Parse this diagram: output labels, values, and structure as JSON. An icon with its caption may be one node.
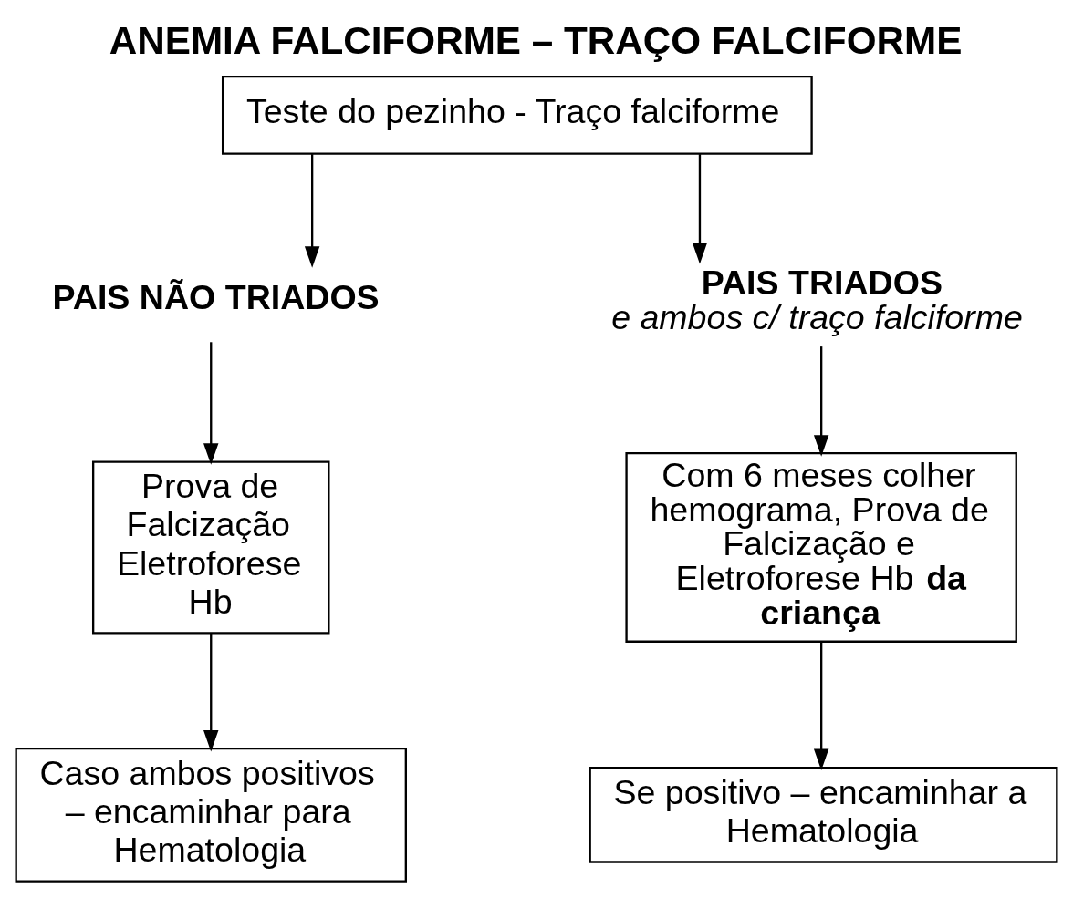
{
  "diagram": {
    "title": "ANEMIA FALCIFORME – TRAÇO FALCIFORME",
    "nodes": [
      {
        "text": [
          "Teste do pezinho - Traço falciforme"
        ]
      },
      {
        "text": [
          "PAIS NÃO TRIADOS"
        ]
      },
      {
        "text": [
          "PAIS TRIADOS",
          "e ambos c/ traço falciforme"
        ]
      },
      {
        "text": [
          "Prova de Falcização Eletroforese Hb"
        ]
      },
      {
        "text": [
          "Caso ambos positivos – encaminhar para Hematologia"
        ]
      },
      {
        "text": [
          "Com 6 meses colher hemograma, Prova de Falcização e Eletroforese Hb **da criança**"
        ]
      },
      {
        "text": [
          "Se positivo – encaminhar a Hematologia"
        ]
      }
    ],
    "edges": [
      {
        "from": 0,
        "to": 1,
        "arrow": "to"
      },
      {
        "from": 0,
        "to": 2,
        "arrow": "to"
      },
      {
        "from": 1,
        "to": 3,
        "arrow": "to"
      },
      {
        "from": 3,
        "to": 4,
        "arrow": "to"
      },
      {
        "from": 2,
        "to": 5,
        "arrow": "to"
      },
      {
        "from": 5,
        "to": 6,
        "arrow": "to"
      }
    ]
  }
}
